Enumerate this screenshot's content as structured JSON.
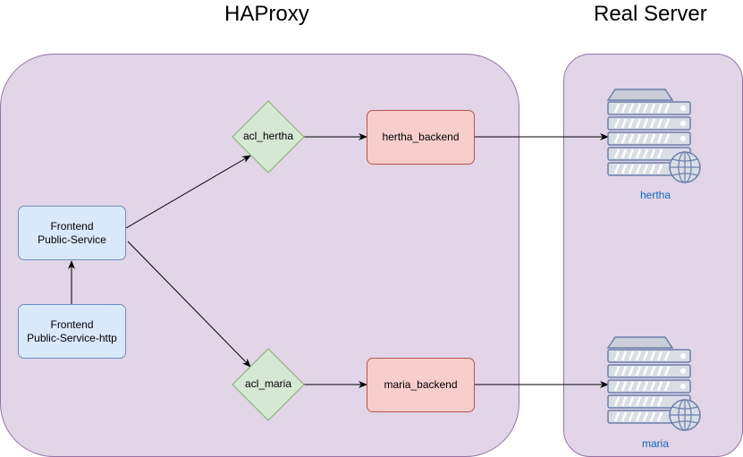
{
  "titles": {
    "haproxy": "HAProxy",
    "real_server": "Real Server"
  },
  "frontends": {
    "public_service": [
      "Frontend",
      "Public-Service"
    ],
    "public_service_http": [
      "Frontend",
      "Public-Service-http"
    ]
  },
  "acls": {
    "hertha": "acl_hertha",
    "maria": "acl_maria"
  },
  "backends": {
    "hertha": "hertha_backend",
    "maria": "maria_backend"
  },
  "servers": {
    "hertha": "hertha",
    "maria": "maria"
  },
  "icons": {
    "server": "web-server-icon"
  },
  "colors": {
    "group_fill": "#e1d5e7",
    "group_stroke": "#9673a6",
    "frontend_fill": "#dae8fc",
    "frontend_stroke": "#6c8ebf",
    "acl_fill": "#d5e8d4",
    "acl_stroke": "#82b366",
    "backend_fill": "#f8cecc",
    "backend_stroke": "#b85450",
    "server_fill": "#d9dde6",
    "server_stroke": "#6c7fa8"
  }
}
